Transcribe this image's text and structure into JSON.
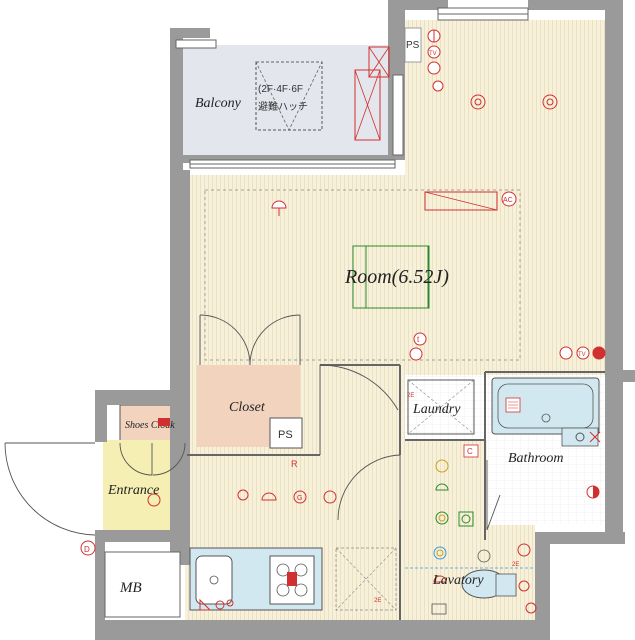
{
  "rooms": {
    "balcony": "Balcony",
    "hatch_line1": "(2F·4F·6F",
    "hatch_line2": "避難ハッチ",
    "room": "Room(6.52J)",
    "closet": "Closet",
    "shoes_cloak": "Shoes Cloak",
    "entrance": "Entrance",
    "laundry": "Laundry",
    "bathroom": "Bathroom",
    "lavatory": "Lavatory",
    "mb": "MB"
  },
  "markers": {
    "ps_top": "PS",
    "ps_closet": "PS",
    "ac": "AC",
    "r": "R",
    "c": "C",
    "d": "D",
    "g": "G",
    "t": "t",
    "tv": "TV",
    "e2": "2E"
  },
  "colors": {
    "wood_floor": "#f6f0d8",
    "balcony": "#e3e6ec",
    "closet": "#f2d3be",
    "entrance": "#f5efb3",
    "bath_fixture": "#d2e8f0",
    "wall": "#9a9a9a",
    "electric_red": "#d03030",
    "green": "#2a8a2a"
  }
}
